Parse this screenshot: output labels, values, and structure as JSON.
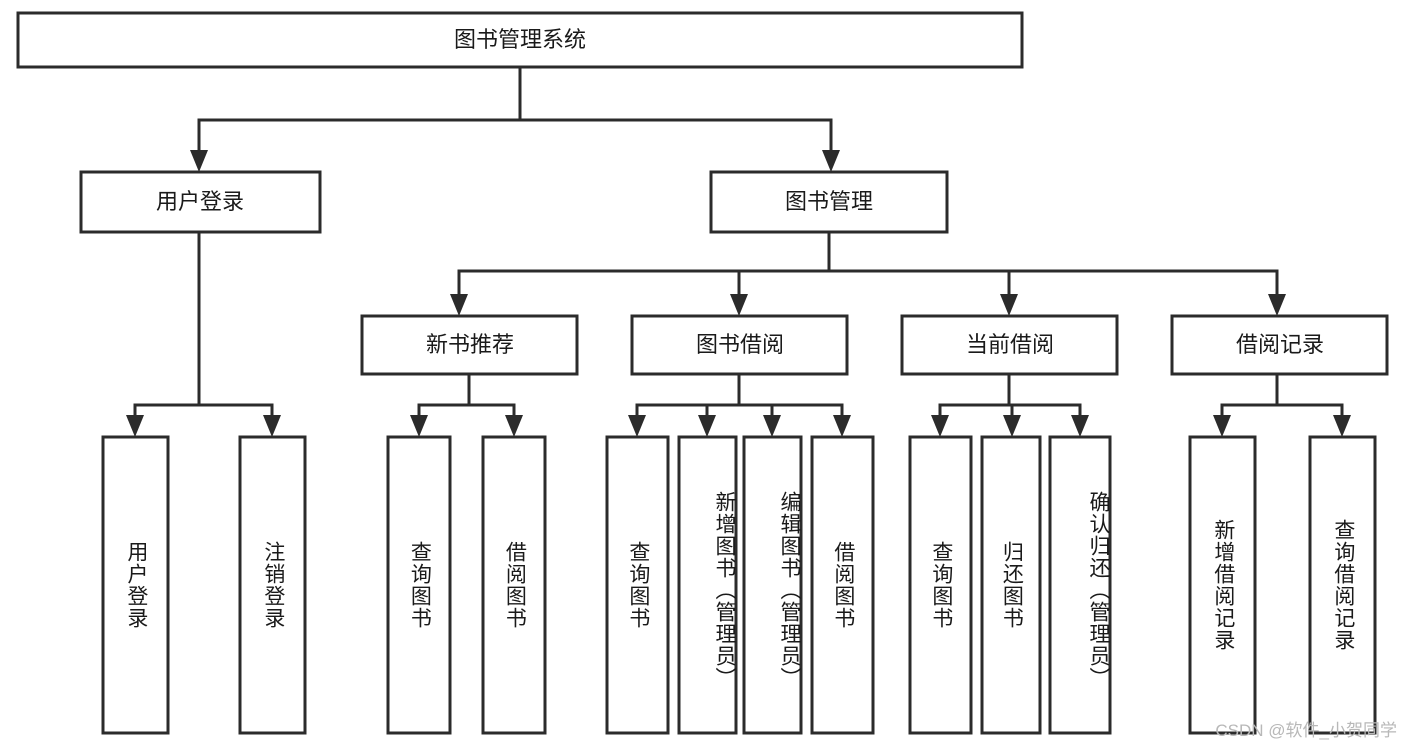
{
  "diagram": {
    "type": "tree-hierarchy-chart",
    "title": "图书管理系统",
    "watermark": "CSDN @软件_小贺同学",
    "colors": {
      "box_stroke": "#2b2b2b",
      "box_fill": "#ffffff",
      "text": "#1a1a1a",
      "background": "#ffffff",
      "watermark": "#b8b8b8"
    },
    "root": {
      "label": "图书管理系统",
      "children": [
        {
          "label": "用户登录",
          "children": [
            {
              "label": "用户登录"
            },
            {
              "label": "注销登录"
            }
          ]
        },
        {
          "label": "图书管理",
          "children": [
            {
              "label": "新书推荐",
              "children": [
                {
                  "label": "查询图书"
                },
                {
                  "label": "借阅图书"
                }
              ]
            },
            {
              "label": "图书借阅",
              "children": [
                {
                  "label": "查询图书"
                },
                {
                  "label": "新增图书（管理员）"
                },
                {
                  "label": "编辑图书（管理员）"
                },
                {
                  "label": "借阅图书"
                }
              ]
            },
            {
              "label": "当前借阅",
              "children": [
                {
                  "label": "查询图书"
                },
                {
                  "label": "归还图书"
                },
                {
                  "label": "确认归还（管理员）"
                }
              ]
            },
            {
              "label": "借阅记录",
              "children": [
                {
                  "label": "新增借阅记录"
                },
                {
                  "label": "查询借阅记录"
                }
              ]
            }
          ]
        }
      ]
    },
    "nodes": {
      "root_title": "图书管理系统",
      "l1_user_login": "用户登录",
      "l1_book_manage": "图书管理",
      "l2_new_book": "新书推荐",
      "l2_borrow": "图书借阅",
      "l2_current": "当前借阅",
      "l2_record": "借阅记录",
      "leaf_user_login": "用户登录",
      "leaf_logout": "注销登录",
      "leaf_nb_query": "查询图书",
      "leaf_nb_borrow": "借阅图书",
      "leaf_bw_query": "查询图书",
      "leaf_bw_add": "新增图书（管理员）",
      "leaf_bw_edit": "编辑图书（管理员）",
      "leaf_bw_borrow": "借阅图书",
      "leaf_cur_query": "查询图书",
      "leaf_cur_return": "归还图书",
      "leaf_cur_confirm": "确认归还（管理员）",
      "leaf_rec_add": "新增借阅记录",
      "leaf_rec_query": "查询借阅记录"
    }
  }
}
